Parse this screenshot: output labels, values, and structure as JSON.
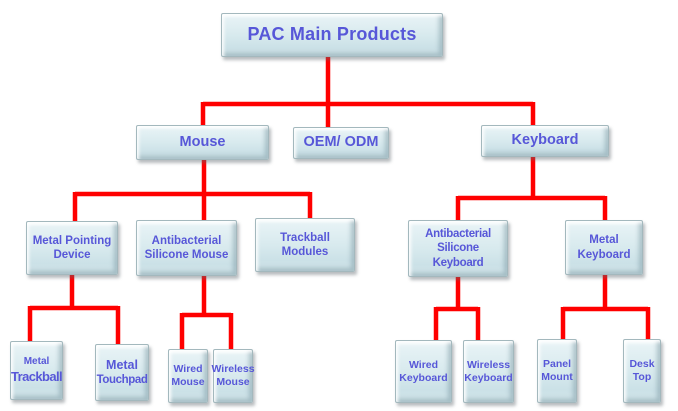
{
  "diagram": {
    "type": "org-chart",
    "connector_color": "#ff0000",
    "box_text_color": "#5757d8",
    "box_fill_light": "#e6f2f5",
    "box_fill_dark": "#cbe1e7",
    "nodes": {
      "pac": {
        "label": "PAC Main Products",
        "children": [
          "mouse",
          "oem",
          "keyboard"
        ]
      },
      "mouse": {
        "label": "Mouse",
        "children": [
          "mpd",
          "asm",
          "tm"
        ]
      },
      "oem": {
        "label": "OEM/ ODM",
        "children": []
      },
      "keyboard": {
        "label": "Keyboard",
        "children": [
          "ask",
          "mk"
        ]
      },
      "mpd": {
        "label": "Metal Pointing Device",
        "children": [
          "mtb",
          "mtp"
        ]
      },
      "asm": {
        "label": "Antibacterial Silicone Mouse",
        "children": [
          "wm",
          "wlm"
        ]
      },
      "tm": {
        "label": "Trackball Modules",
        "children": []
      },
      "ask": {
        "label": "Antibacterial Silicone Keyboard",
        "children": [
          "wk",
          "wlk"
        ]
      },
      "mk": {
        "label": "Metal Keyboard",
        "children": [
          "pm",
          "dt"
        ]
      },
      "mtb": {
        "label": "Metal Trackball",
        "line1": "Metal",
        "line2": "Trackball"
      },
      "mtp": {
        "label": "Metal Touchpad",
        "line1": "Metal",
        "line2": "Touchpad"
      },
      "wm": {
        "label": "Wired Mouse"
      },
      "wlm": {
        "label": "Wireless Mouse"
      },
      "wk": {
        "label": "Wired Keyboard"
      },
      "wlk": {
        "label": "Wireless Keyboard"
      },
      "pm": {
        "label": "Panel Mount"
      },
      "dt": {
        "label": "Desk Top"
      }
    }
  }
}
